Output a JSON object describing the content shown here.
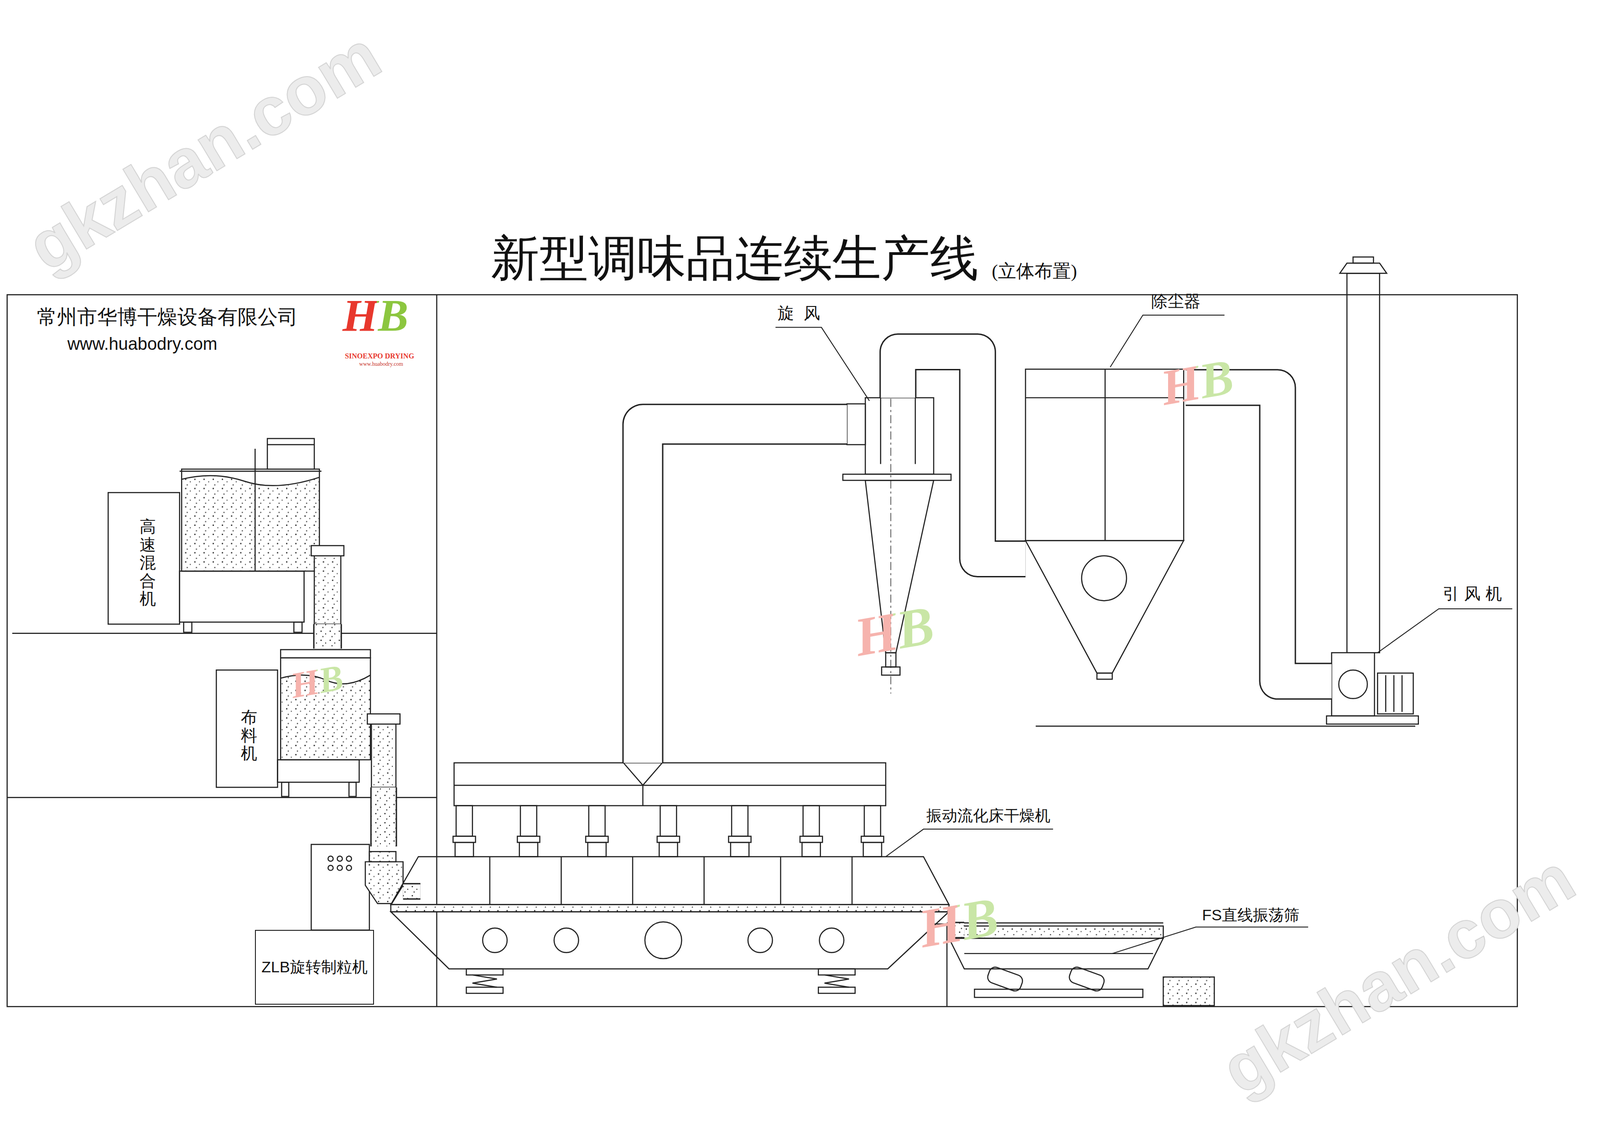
{
  "diagram": {
    "title": "新型调味品连续生产线",
    "nodes": [
      {
        "text": [
          "高速混合机"
        ]
      },
      {
        "text": [
          "布料机"
        ]
      },
      {
        "text": [
          "ZLB旋转制粒机"
        ]
      },
      {
        "text": [
          "振动流化床干燥机"
        ]
      },
      {
        "text": [
          "FS直线振荡筛"
        ]
      },
      {
        "text": [
          "旋风"
        ]
      },
      {
        "text": [
          "除尘器"
        ]
      },
      {
        "text": [
          "引风机"
        ]
      }
    ],
    "edges": [
      {
        "from": 0,
        "to": 1,
        "arrow": "none"
      },
      {
        "from": 1,
        "to": 2,
        "arrow": "none"
      },
      {
        "from": 2,
        "to": 3,
        "arrow": "none"
      },
      {
        "from": 3,
        "to": 4,
        "arrow": "none"
      },
      {
        "from": 3,
        "to": 5,
        "arrow": "none"
      },
      {
        "from": 5,
        "to": 6,
        "arrow": "none"
      },
      {
        "from": 6,
        "to": 7,
        "arrow": "none"
      }
    ],
    "labels": [
      "(立体布置)",
      "常州市华博干燥设备有限公司",
      "www.huabodry.com",
      "HB",
      "SINOEXPO DRYING",
      "www.huabodry.com",
      "HB",
      "HB",
      "HB",
      "HB",
      "gkzhan.com",
      "gkzhan.com"
    ]
  }
}
